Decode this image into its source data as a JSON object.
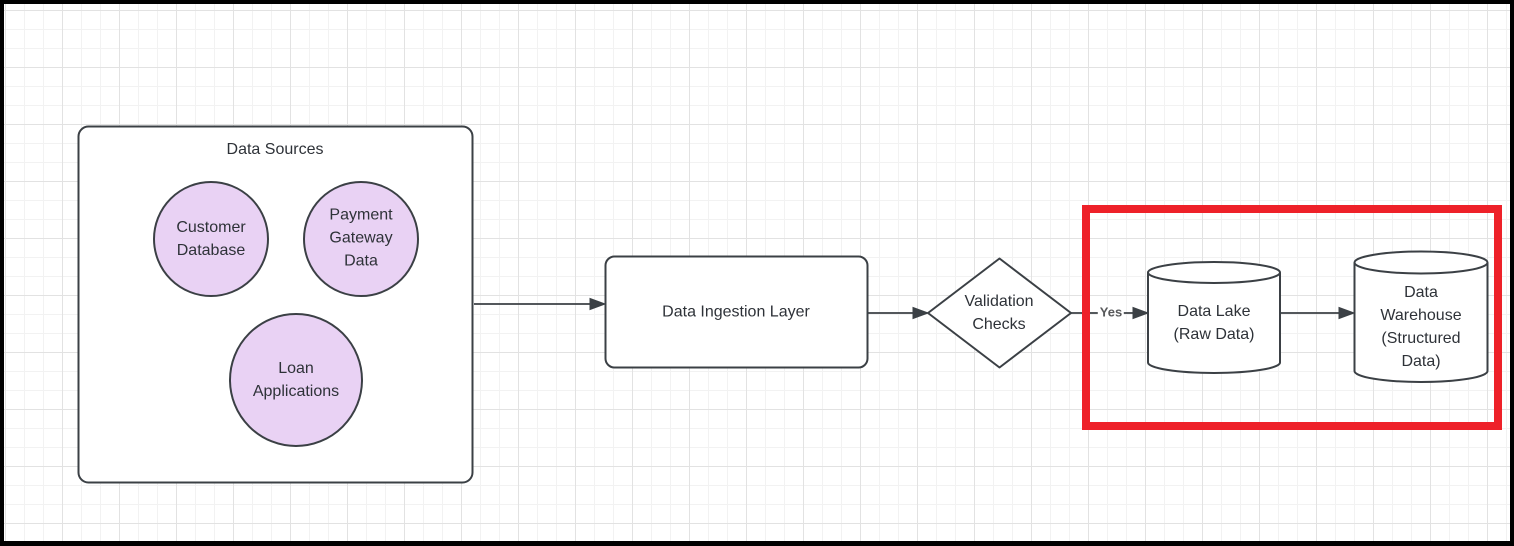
{
  "diagram": {
    "container": {
      "title": "Data Sources"
    },
    "sources": [
      {
        "label": "Customer Database"
      },
      {
        "label": "Payment Gateway Data"
      },
      {
        "label": "Loan Applications"
      }
    ],
    "nodes": {
      "ingestion_label": "Data Ingestion Layer",
      "validation_label": "Validation Checks",
      "lake_label": "Data Lake (Raw Data)",
      "warehouse_label": "Data Warehouse (Structured Data)"
    },
    "edges": {
      "yes_label": "Yes"
    },
    "colors": {
      "shape_stroke": "#3b4045",
      "shape_fill": "#ffffff",
      "source_circle_fill": "#e9d2f4",
      "text": "#2e3238",
      "edge_label_text": "#58595b",
      "highlight_box": "#ee2129",
      "grid_minor": "#f2f2f2",
      "grid_major": "#e2e2e2",
      "outer_border": "#000000"
    }
  }
}
